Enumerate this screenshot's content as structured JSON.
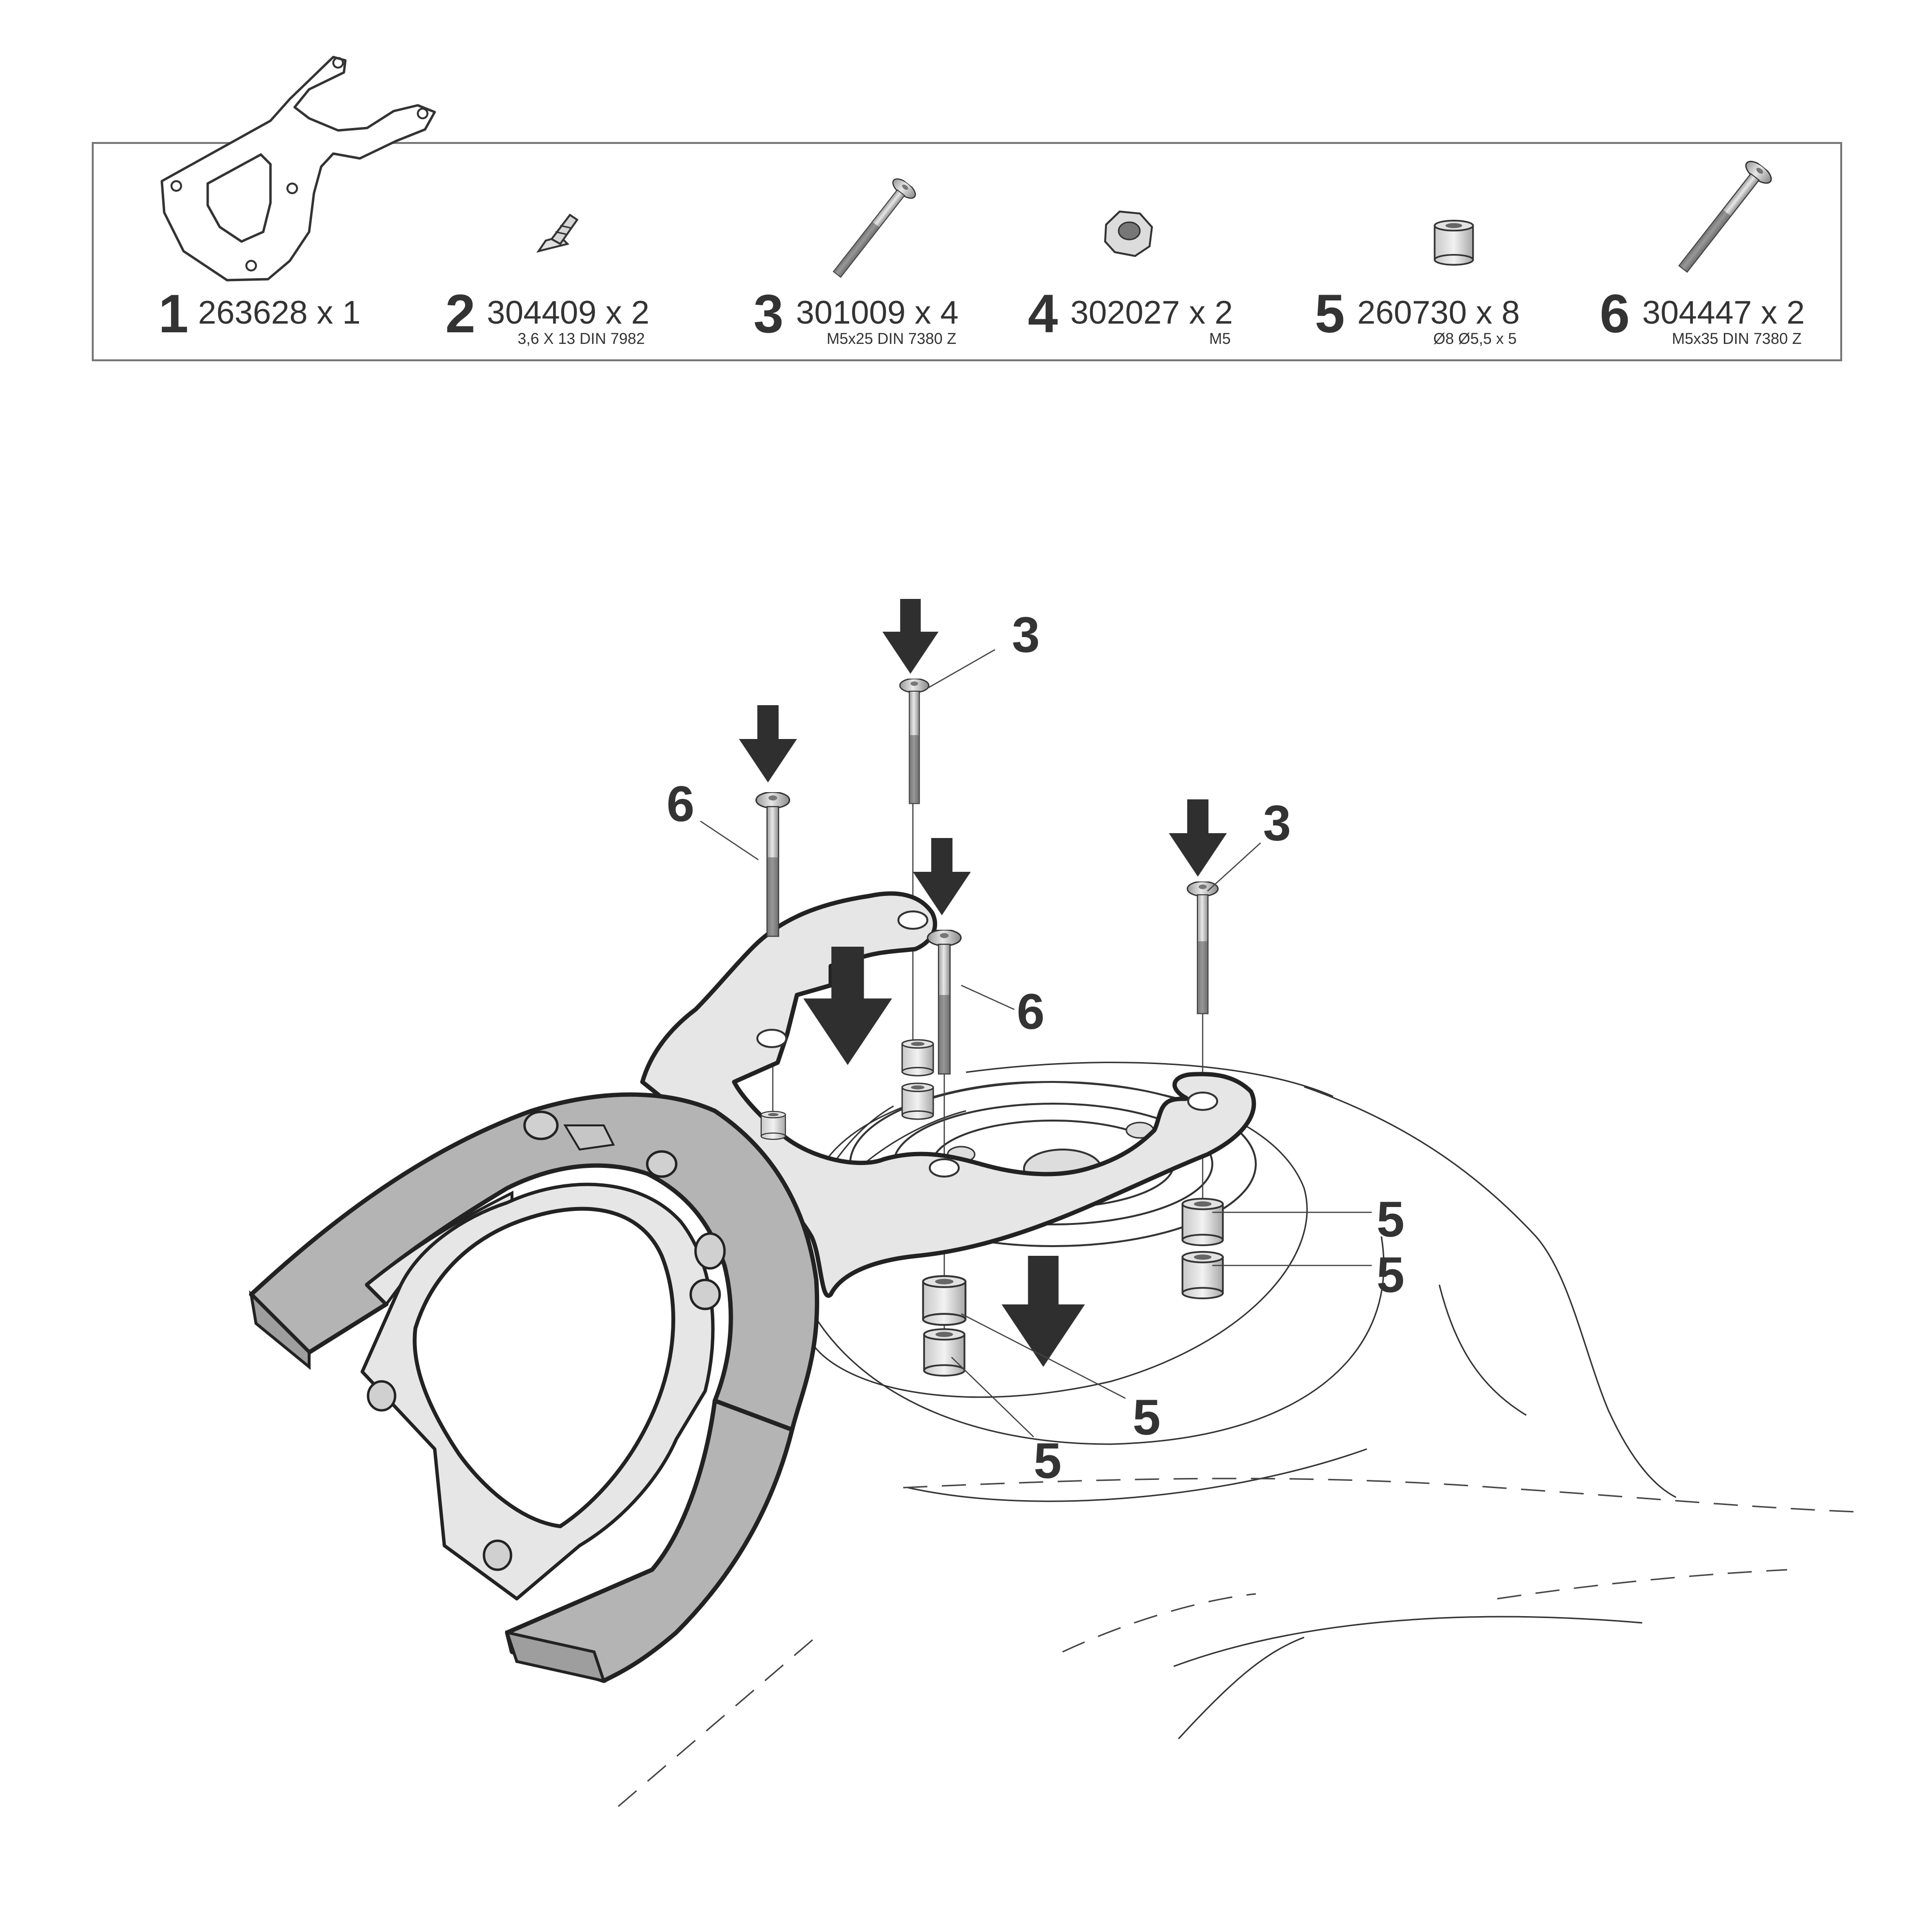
{
  "parts_list": [
    {
      "index": "1",
      "code": "263628 x 1",
      "spec": ""
    },
    {
      "index": "2",
      "code": "304409 x 2",
      "spec": "3,6 X 13 DIN 7982"
    },
    {
      "index": "3",
      "code": "301009 x 4",
      "spec": "M5x25 DIN 7380 Z"
    },
    {
      "index": "4",
      "code": "302027 x 2",
      "spec": "M5"
    },
    {
      "index": "5",
      "code": "260730 x 8",
      "spec": "Ø8 Ø5,5 x 5"
    },
    {
      "index": "6",
      "code": "304447 x 2",
      "spec": "M5x35 DIN 7380 Z"
    }
  ],
  "callouts": [
    "3",
    "3",
    "6",
    "6",
    "5",
    "5",
    "5",
    "5"
  ],
  "colors": {
    "ink": "#333333",
    "arrow": "#2f2f2f",
    "ring": "#b4b4b4",
    "plate": "#e6e6e6",
    "metal": "#d0d0d0"
  }
}
